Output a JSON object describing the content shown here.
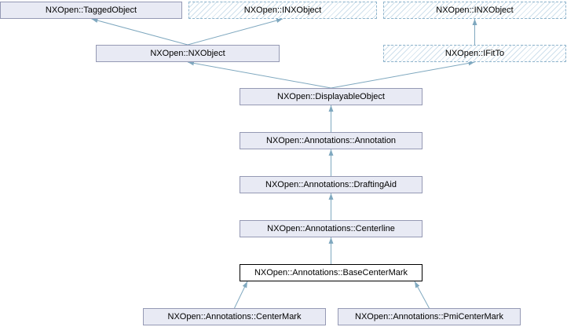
{
  "diagram": {
    "type": "class-inheritance-graph",
    "current_class": "NXOpen::Annotations::BaseCenterMark",
    "nodes": [
      {
        "label": "NXOpen::TaggedObject",
        "style": "solid"
      },
      {
        "label": "NXOpen::INXObject",
        "style": "hatched"
      },
      {
        "label": "NXOpen::INXObject",
        "style": "hatched"
      },
      {
        "label": "NXOpen::NXObject",
        "style": "solid"
      },
      {
        "label": "NXOpen::IFitTo",
        "style": "hatched"
      },
      {
        "label": "NXOpen::DisplayableObject",
        "style": "solid"
      },
      {
        "label": "NXOpen::Annotations::Annotation",
        "style": "solid"
      },
      {
        "label": "NXOpen::Annotations::DraftingAid",
        "style": "solid"
      },
      {
        "label": "NXOpen::Annotations::Centerline",
        "style": "solid"
      },
      {
        "label": "NXOpen::Annotations::BaseCenterMark",
        "style": "current"
      },
      {
        "label": "NXOpen::Annotations::CenterMark",
        "style": "solid"
      },
      {
        "label": "NXOpen::Annotations::PmiCenterMark",
        "style": "solid"
      }
    ],
    "edges": [
      {
        "from": "NXOpen::NXObject",
        "to": "NXOpen::TaggedObject"
      },
      {
        "from": "NXOpen::NXObject",
        "to": "NXOpen::INXObject"
      },
      {
        "from": "NXOpen::IFitTo",
        "to": "NXOpen::INXObject"
      },
      {
        "from": "NXOpen::DisplayableObject",
        "to": "NXOpen::NXObject"
      },
      {
        "from": "NXOpen::DisplayableObject",
        "to": "NXOpen::IFitTo"
      },
      {
        "from": "NXOpen::Annotations::Annotation",
        "to": "NXOpen::DisplayableObject"
      },
      {
        "from": "NXOpen::Annotations::DraftingAid",
        "to": "NXOpen::Annotations::Annotation"
      },
      {
        "from": "NXOpen::Annotations::Centerline",
        "to": "NXOpen::Annotations::DraftingAid"
      },
      {
        "from": "NXOpen::Annotations::BaseCenterMark",
        "to": "NXOpen::Annotations::Centerline"
      },
      {
        "from": "NXOpen::Annotations::CenterMark",
        "to": "NXOpen::Annotations::BaseCenterMark"
      },
      {
        "from": "NXOpen::Annotations::PmiCenterMark",
        "to": "NXOpen::Annotations::BaseCenterMark"
      }
    ],
    "colors": {
      "node_fill": "#e8eaf4",
      "node_border": "#9599b4",
      "hatch_line": "#cfe0ec",
      "hatch_border": "#8fb4cc",
      "edge": "#7fa8bf",
      "current_border": "#000000",
      "text": "#000000",
      "background": "#ffffff"
    }
  }
}
